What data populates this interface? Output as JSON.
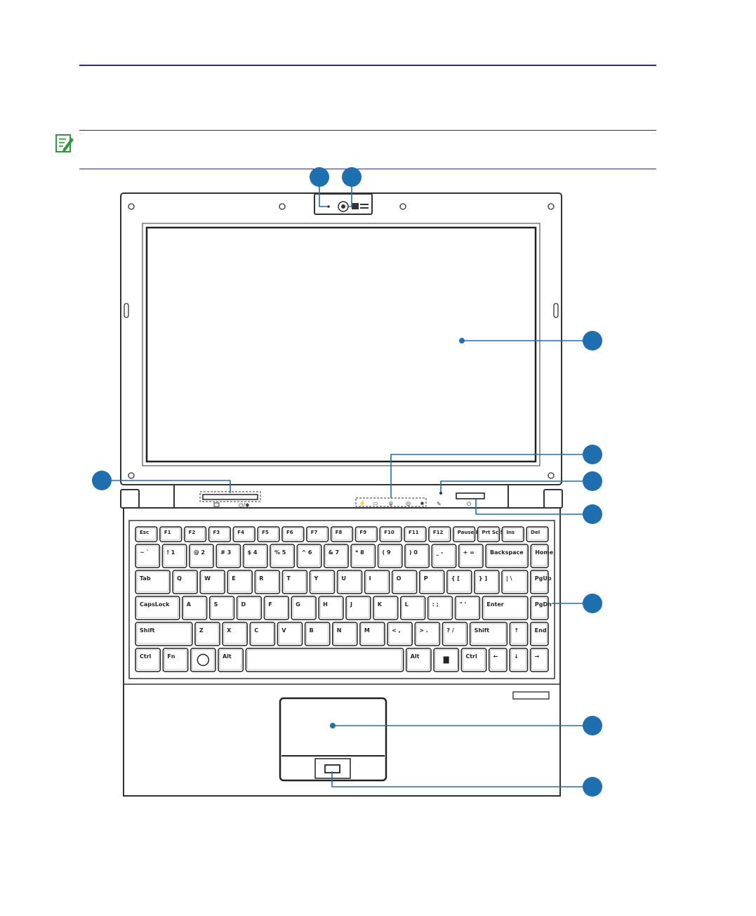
{
  "colors": {
    "rule_blue": "#2d2d7a",
    "note_green": "#2e9a3c",
    "callout_blue": "#1e6fb0",
    "outline": "#333333"
  },
  "note": {
    "icon": "note-pencil-icon"
  },
  "keyboard": {
    "row0": [
      "Esc",
      "F1",
      "F2",
      "F3",
      "F4",
      "F5",
      "F6",
      "F7",
      "F8",
      "F9",
      "F10",
      "F11",
      "F12",
      "Pause Break",
      "Prt Sc Sys Rq",
      "Ins",
      "Del"
    ],
    "row1": [
      "~ `",
      "! 1",
      "@ 2",
      "# 3",
      "$ 4",
      "% 5",
      "^ 6",
      "& 7",
      "* 8",
      "( 9",
      ") 0",
      "_ -",
      "+ =",
      "Backspace",
      "Home"
    ],
    "row2": [
      "Tab",
      "Q",
      "W",
      "E",
      "R",
      "T",
      "Y",
      "U",
      "I",
      "O",
      "P",
      "{ [",
      "} ]",
      "| \\",
      "PgUp"
    ],
    "row3": [
      "CapsLock",
      "A",
      "S",
      "D",
      "F",
      "G",
      "H",
      "J",
      "K",
      "L",
      ": ;",
      "\" '",
      "Enter",
      "PgDn"
    ],
    "row4": [
      "Shift",
      "Z",
      "X",
      "C",
      "V",
      "B",
      "N",
      "M",
      "< ,",
      "> .",
      "? /",
      "Shift",
      "↑",
      "End"
    ],
    "row5": [
      "Ctrl",
      "Fn",
      "win-logo",
      "Alt",
      "",
      "Alt",
      "menu",
      "Ctrl",
      "←",
      "↓",
      "→"
    ]
  }
}
